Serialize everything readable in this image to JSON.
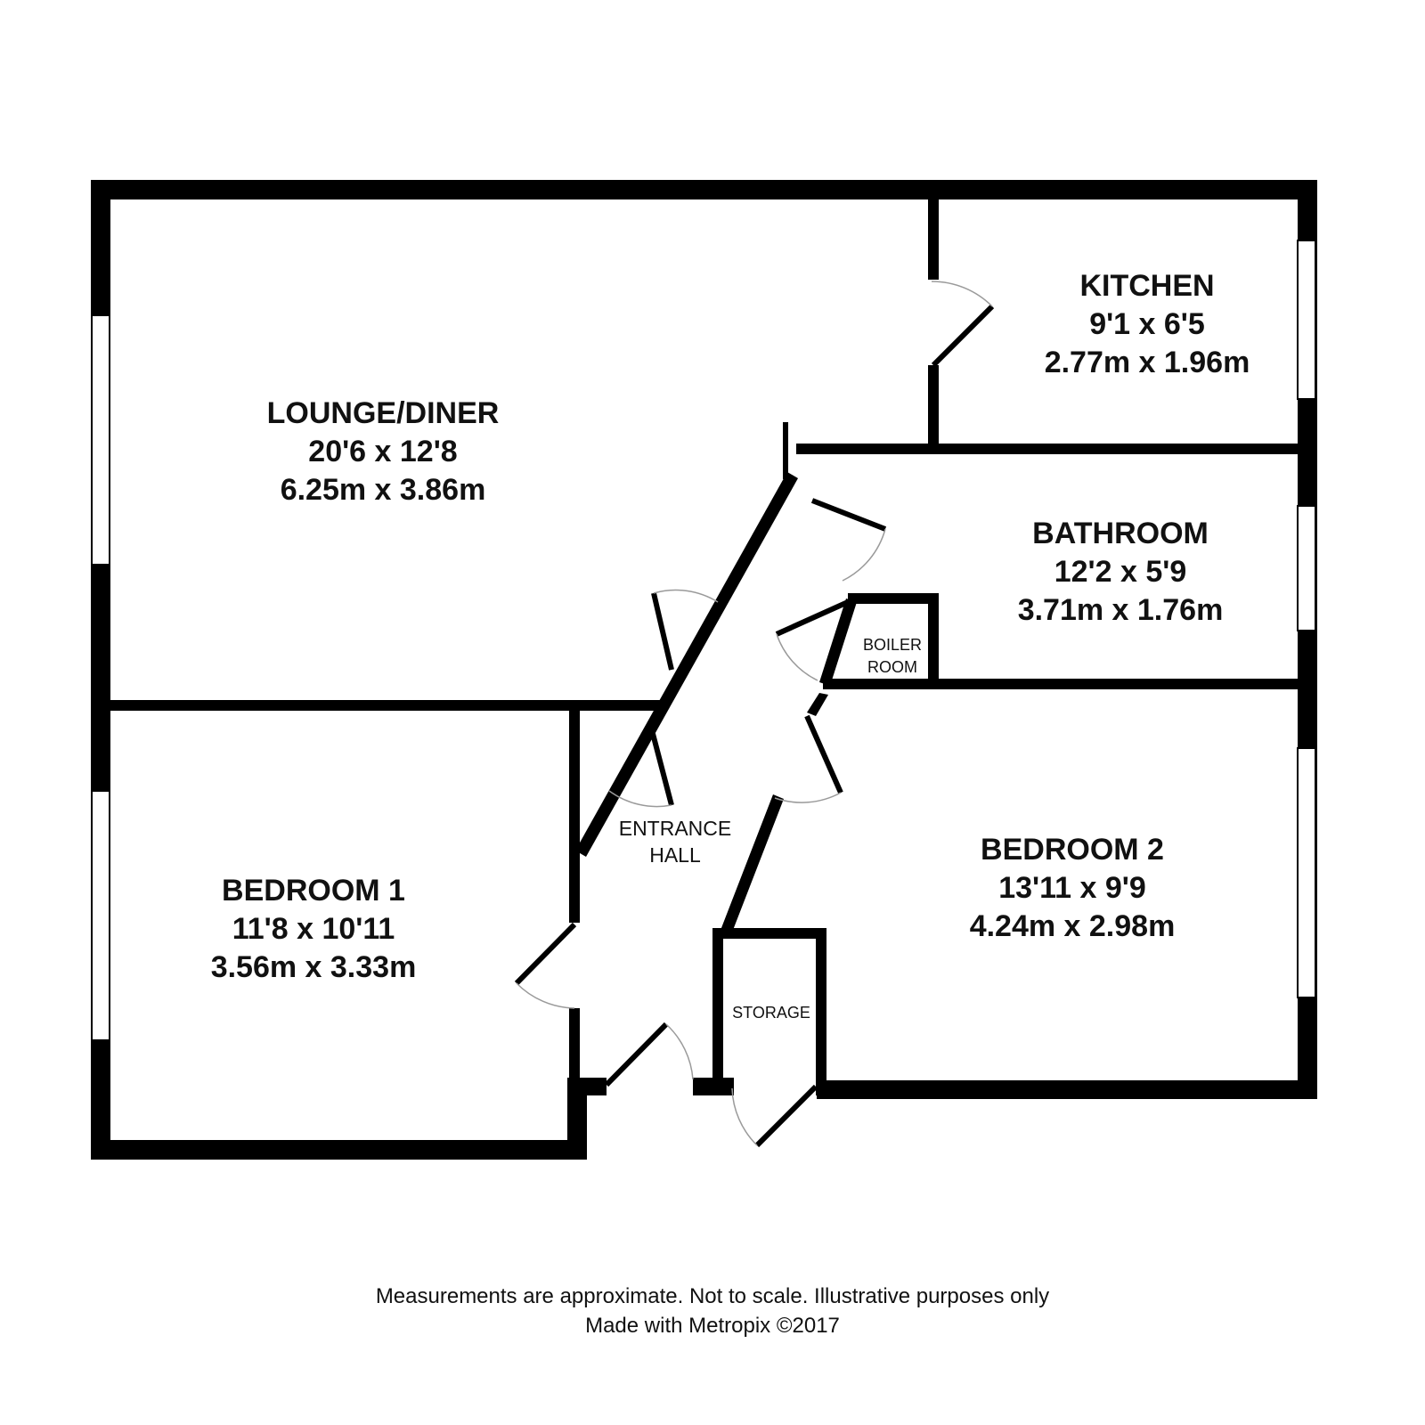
{
  "rooms": {
    "lounge": {
      "name": "LOUNGE/DINER",
      "imperial": "20'6 x 12'8",
      "metric": "6.25m x 3.86m"
    },
    "kitchen": {
      "name": "KITCHEN",
      "imperial": "9'1 x 6'5",
      "metric": "2.77m x 1.96m"
    },
    "bathroom": {
      "name": "BATHROOM",
      "imperial": "12'2 x 5'9",
      "metric": "3.71m x 1.76m"
    },
    "bedroom1": {
      "name": "BEDROOM 1",
      "imperial": "11'8 x 10'11",
      "metric": "3.56m x 3.33m"
    },
    "bedroom2": {
      "name": "BEDROOM 2",
      "imperial": "13'11 x 9'9",
      "metric": "4.24m x 2.98m"
    },
    "boiler": {
      "line1": "BOILER",
      "line2": "ROOM"
    },
    "hall": {
      "line1": "ENTRANCE",
      "line2": "HALL"
    },
    "storage": {
      "name": "STORAGE"
    }
  },
  "footer": {
    "line1": "Measurements are approximate.  Not to scale.  Illustrative purposes only",
    "line2": "Made with Metropix ©2017"
  }
}
